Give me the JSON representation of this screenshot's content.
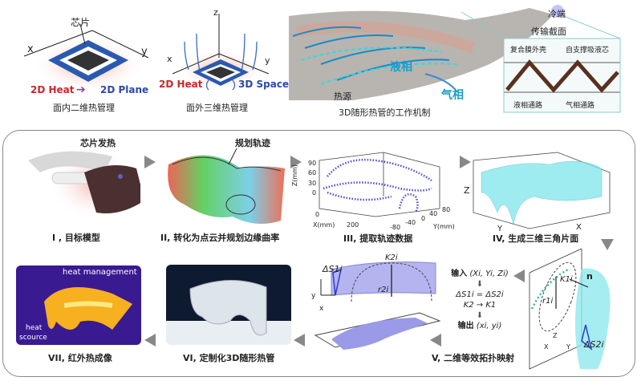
{
  "top": {
    "panel1": {
      "chip_label": "芯片",
      "axis_x": "x",
      "axis_y": "y",
      "heat_label": "2D Heat",
      "target_label": "2D Plane",
      "caption": "面内二维热管理"
    },
    "panel2": {
      "axis_x": "x",
      "axis_y": "y",
      "axis_z": "z",
      "heat_label": "2D Heat",
      "target_label": "3D Space",
      "caption": "面外三维热管理"
    },
    "panel3": {
      "heat_source": "热源",
      "liquid": "液相",
      "vapor": "气相",
      "cold_end": "冷端",
      "section_title": "传输截面",
      "shell": "复合膜外壳",
      "wick": "自支撑吸液芯",
      "liquid_path": "液相通路",
      "vapor_path": "气相通路",
      "caption": "3D随形热管的工作机制"
    },
    "colors": {
      "heat": "#c8282a",
      "space": "#2a4aa8",
      "flow": "#1a9ec8"
    }
  },
  "process": {
    "step1": {
      "annotation": "芯片发热",
      "caption": "I , 目标模型"
    },
    "step2": {
      "annotation": "规划轨迹",
      "caption": "II, 转化为点云并规划边缘曲率"
    },
    "step3": {
      "caption": "III, 提取轨迹数据",
      "zlabel": "Z(mm)",
      "xlabel": "X(mm)",
      "ylabel": "Y(mm)",
      "zticks": [
        "90",
        "60",
        "30",
        "0"
      ],
      "xticks": [
        "0",
        "200"
      ],
      "yticks": [
        "-80",
        "-40",
        "0",
        "40",
        "80"
      ]
    },
    "step4": {
      "caption": "IV, 生成三维三角片面",
      "z": "Z",
      "y": "Y",
      "x": "X"
    },
    "step5": {
      "input": "输入",
      "input_vars": "(Xi, Yi, Zi)",
      "equation": "ΔS1i = ΔS2i",
      "curvature": "K2 → K1",
      "output": "输出",
      "output_vars": "(xi, yi)",
      "caption": "V, 二维等效拓扑映射",
      "ds1": "ΔS1i",
      "k2": "K2i",
      "r2": "r2i",
      "ds2": "ΔS2i",
      "k1": "K1i",
      "r1": "r1i",
      "normal": "n",
      "axis_y": "y",
      "axis_x": "x",
      "axis_Z": "Z",
      "axis_X": "X",
      "axis_Y": "Y"
    },
    "step6": {
      "caption": "VI, 定制化3D随形热管"
    },
    "step7": {
      "caption": "VII, 红外热成像",
      "label_top": "heat management",
      "label_src1": "heat",
      "label_src2": "scource"
    }
  }
}
